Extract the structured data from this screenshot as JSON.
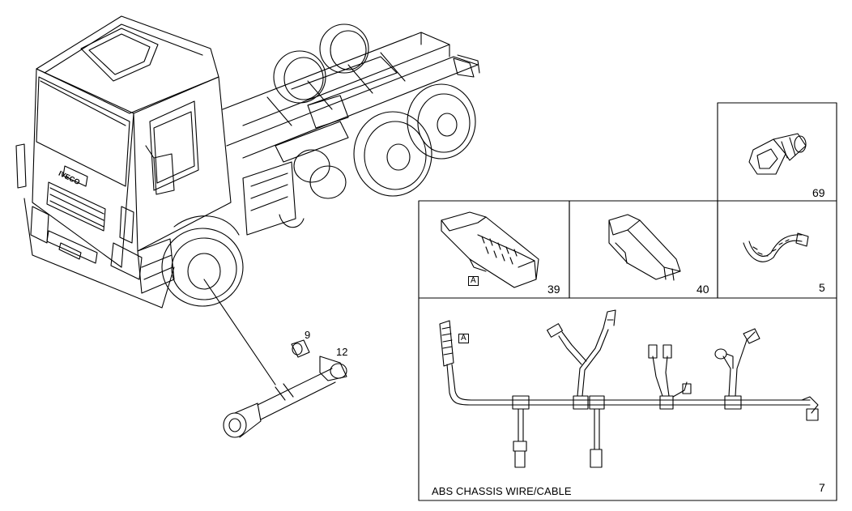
{
  "callouts": {
    "c9": "9",
    "c12": "12",
    "c69": "69",
    "c39": "39",
    "c40": "40",
    "c5": "5",
    "c7": "7"
  },
  "tags": {
    "connector_a_label": "A",
    "harness_a_label": "A"
  },
  "truck_brand": "IVECO",
  "caption": "ABS CHASSIS WIRE/CABLE"
}
